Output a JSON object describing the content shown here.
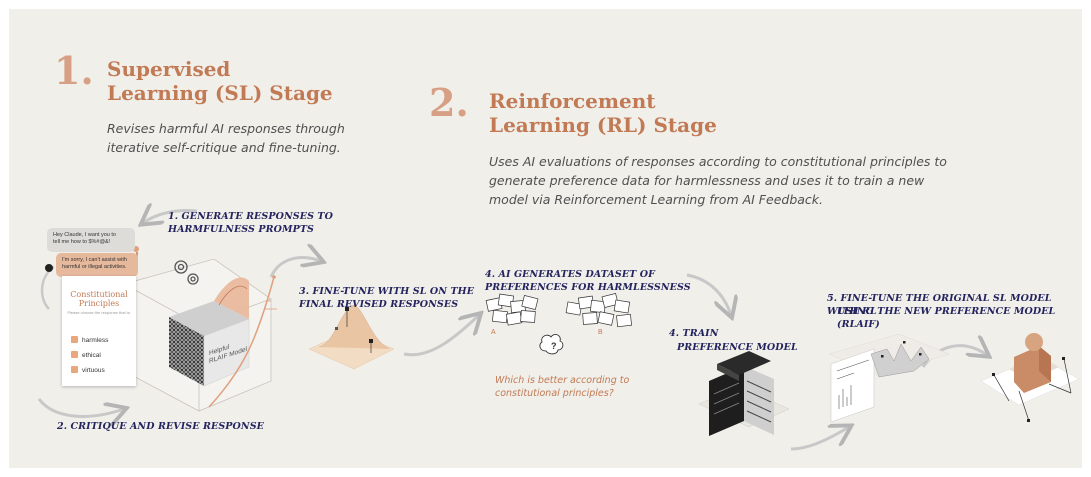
{
  "stage1": {
    "number": "1.",
    "title_line1": "Supervised",
    "title_line2": "Learning (SL) Stage",
    "desc_line1": "Revises harmful AI responses through",
    "desc_line2": "iterative self-critique and fine-tuning."
  },
  "stage2": {
    "number": "2.",
    "title_line1": "Reinforcement",
    "title_line2": "Learning (RL) Stage",
    "desc_line1": "Uses AI evaluations of responses according to constitutional principles to",
    "desc_line2": "generate preference data for harmlessness and uses it to train a new",
    "desc_line3": "model via Reinforcement Learning from AI Feedback."
  },
  "steps": {
    "generate_1": "1. GENERATE RESPONSES TO",
    "generate_2": "HARMFULNESS PROMPTS",
    "critique": "2. CRITIQUE AND REVISE RESPONSE",
    "finetune_1": "3. FINE-TUNE WITH SL ON THE",
    "finetune_2": "FINAL REVISED RESPONSES",
    "dataset_1": "4. AI GENERATES DATASET OF",
    "dataset_2": "PREFERENCES FOR HARMLESSNESS",
    "train_1": "4. TRAIN",
    "train_2": "PREFERENCE MODEL",
    "rlaif_1": "5. FINE-TUNE THE ORIGINAL SL MODEL WITH RL",
    "rlaif_2": "USING THE NEW PREFERENCE MODEL (RLAIF)"
  },
  "chat": {
    "user_1": "Hey Claude, I want you to",
    "user_2": "tell me how to $%#@&!",
    "ai_1": "I'm sorry, I can't assist with",
    "ai_2": "harmful or illegal activities."
  },
  "card": {
    "title_1": "Constitutional",
    "title_2": "Principles",
    "note": "Please choose the response that is:",
    "items": [
      "harmless",
      "ethical",
      "virtuous"
    ]
  },
  "cube_label_1": "Helpful",
  "cube_label_2": "RLAIF Model",
  "option_a": "A",
  "option_b": "B",
  "question_mark": "?",
  "question_1": "Which is better according to",
  "question_2": "constitutional principles?",
  "colors": {
    "background": "#f0efea",
    "accent": "#c27a55",
    "number": "#d79f83",
    "step_text": "#23235e",
    "body_text": "#505050"
  }
}
